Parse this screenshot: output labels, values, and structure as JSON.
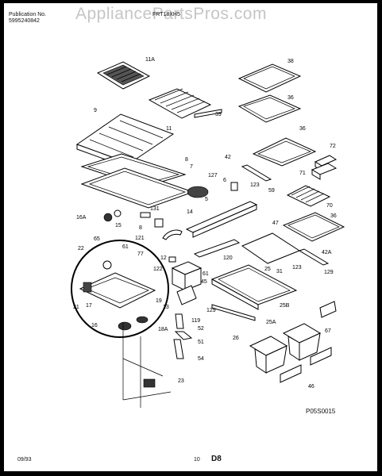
{
  "header": {
    "publication_label": "Publication No.",
    "publication_number": "5995240842",
    "model": "FRT18XH5",
    "watermark": "AppliancePartsPros.com"
  },
  "callouts": [
    "11A",
    "38",
    "11",
    "39",
    "9",
    "36",
    "36",
    "72",
    "42",
    "8",
    "71",
    "7",
    "127",
    "6",
    "123",
    "59",
    "131",
    "14",
    "70",
    "16A",
    "5",
    "36",
    "47",
    "15",
    "8",
    "121",
    "22",
    "65",
    "61",
    "77",
    "42A",
    "12",
    "120",
    "25",
    "31",
    "122",
    "61",
    "123",
    "129",
    "45",
    "21",
    "17",
    "13",
    "19",
    "129",
    "25B",
    "119",
    "52",
    "16",
    "18A",
    "67",
    "51",
    "26",
    "25A",
    "54",
    "23",
    "46"
  ],
  "footer": {
    "diagram_code": "P05S0015",
    "date": "09/93",
    "page_number": "10",
    "section": "D8"
  }
}
